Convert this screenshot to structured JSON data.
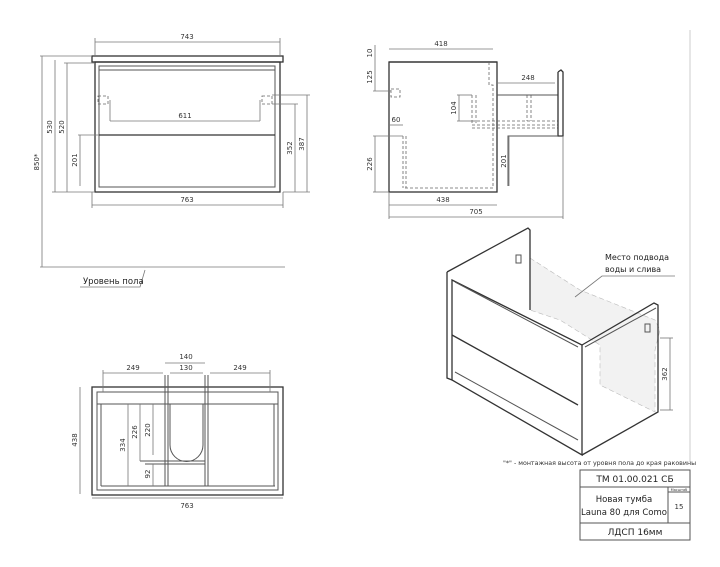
{
  "front_view": {
    "dim_top_width": "743",
    "dim_inner_width": "611",
    "dim_bottom_width": "763",
    "dim_total_height": "850*",
    "dim_height_530": "530",
    "dim_height_520": "520",
    "dim_shelf_201": "201",
    "dim_352": "352",
    "dim_387": "387",
    "floor_label": "Уровень пола"
  },
  "side_view": {
    "dim_418": "418",
    "dim_10": "10",
    "dim_125": "125",
    "dim_248": "248",
    "dim_104": "104",
    "dim_60": "60",
    "dim_226": "226",
    "dim_201": "201",
    "dim_438": "438",
    "dim_705": "705"
  },
  "plan_view": {
    "dim_249_left": "249",
    "dim_140": "140",
    "dim_130": "130",
    "dim_249_right": "249",
    "dim_438": "438",
    "dim_334": "334",
    "dim_226": "226",
    "dim_220": "220",
    "dim_92": "92",
    "dim_763": "763"
  },
  "iso_view": {
    "callout_line1": "Место подвода",
    "callout_line2": "воды и слива",
    "dim_362": "362"
  },
  "footnote": "\"*\" - монтажная высота от уровня пола до края раковины",
  "title_block": {
    "code": "ТМ 01.00.021 СБ",
    "name_line1": "Новая тумба",
    "name_line2": "Launa 80 для Como",
    "scale_label": "Масштаб",
    "scale_value": "15",
    "material": "ЛДСП 16мм"
  }
}
